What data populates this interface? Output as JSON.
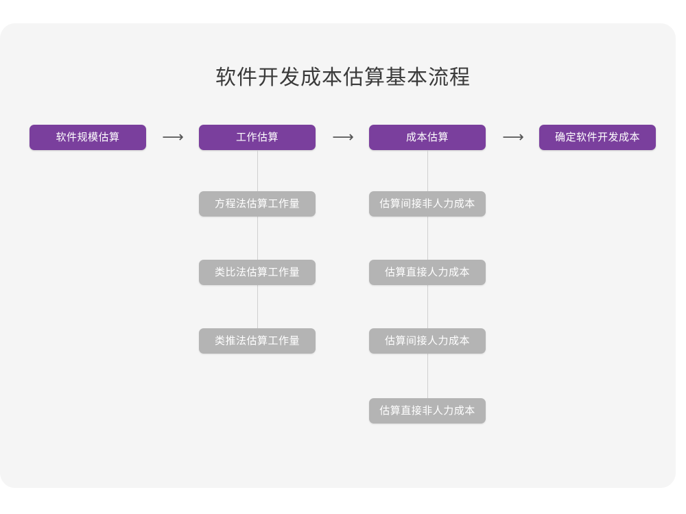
{
  "diagram": {
    "title": "软件开发成本估算基本流程",
    "type": "flowchart",
    "colors": {
      "primary": "#7a3f9d",
      "secondary": "#b4b4b4",
      "card_background": "#f5f5f5",
      "page_background": "#ffffff",
      "title_text": "#3a3a3a",
      "connector": "#cfcfcf",
      "arrow": "#555555"
    },
    "main_flow": [
      {
        "id": "step-1",
        "label": "软件规模估算"
      },
      {
        "id": "step-2",
        "label": "工作估算"
      },
      {
        "id": "step-3",
        "label": "成本估算"
      },
      {
        "id": "step-4",
        "label": "确定软件开发成本"
      }
    ],
    "arrows": [
      {
        "id": "arrow-1",
        "glyph": "⟶"
      },
      {
        "id": "arrow-2",
        "glyph": "⟶"
      },
      {
        "id": "arrow-3",
        "glyph": "⟶"
      }
    ],
    "branches": [
      {
        "parent": "工作估算",
        "items": [
          {
            "label": "方程法估算工作量"
          },
          {
            "label": "类比法估算工作量"
          },
          {
            "label": "类推法估算工作量"
          }
        ]
      },
      {
        "parent": "成本估算",
        "items": [
          {
            "label": "估算间接非人力成本"
          },
          {
            "label": "估算直接人力成本"
          },
          {
            "label": "估算间接人力成本"
          },
          {
            "label": "估算直接非人力成本"
          }
        ]
      }
    ]
  }
}
